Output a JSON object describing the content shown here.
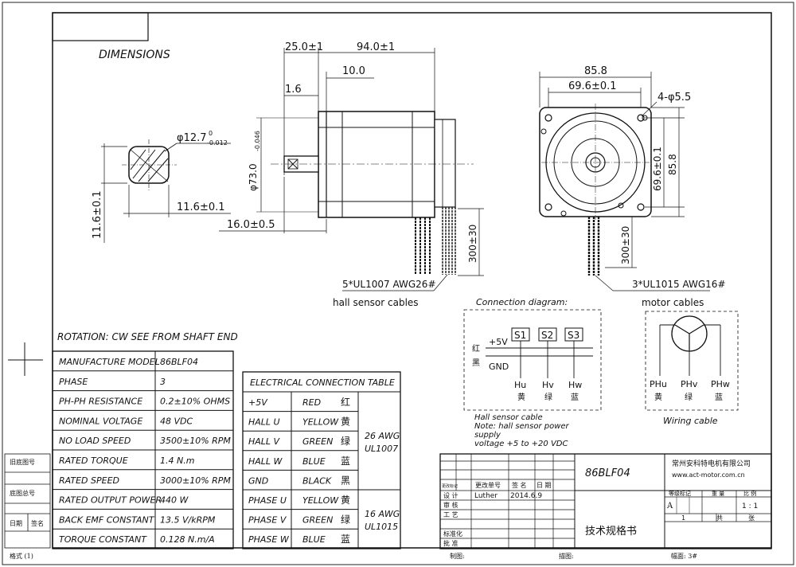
{
  "header": {
    "title": "DIMENSIONS"
  },
  "shaft_section": {
    "dia": "φ12.7",
    "dia_tol_up": "0",
    "dia_tol_dn": "-0.012",
    "width": "11.6±0.1",
    "height": "11.6±0.1"
  },
  "side_view": {
    "d_25": "25.0±1",
    "d_94": "94.0±1",
    "d_10": "10.0",
    "d_1_6": "1.6",
    "d_16": "16.0±0.5",
    "d_dia73": "φ73.0",
    "d_dia73_tol": "-0.046",
    "cable_len": "300±30",
    "hall_spec": "5*UL1007 AWG26#",
    "hall_label": "hall sensor cables"
  },
  "front_view": {
    "d_85_8_top": "85.8",
    "d_69_6_top": "69.6±0.1",
    "hole": "4-φ5.5",
    "d_69_6_side": "69.6±0.1",
    "d_85_8_side": "85.8",
    "cable_len": "300±30",
    "motor_spec": "3*UL1015 AWG16#",
    "motor_label": "motor cables"
  },
  "connection": {
    "title": "Connection diagram:",
    "s1": "S1",
    "s2": "S2",
    "s3": "S3",
    "v5": "+5V",
    "gnd": "GND",
    "red_cn": "红",
    "black_cn": "黑",
    "hu": "Hu",
    "hv": "Hv",
    "hw": "Hw",
    "hu_cn": "黄",
    "hv_cn": "绿",
    "hw_cn": "蓝",
    "note1": "Hall sensor cable",
    "note2": "Note: hall sensor power",
    "note3": "supply",
    "note4": "voltage +5 to +20 VDC"
  },
  "wiring": {
    "phu": "PHu",
    "phv": "PHv",
    "phw": "PHw",
    "phu_cn": "黄",
    "phv_cn": "绿",
    "phw_cn": "蓝",
    "caption": "Wiring cable"
  },
  "rotation": "ROTATION: CW SEE FROM SHAFT END",
  "spec_table": [
    [
      "MANUFACTURE MODEL",
      "86BLF04"
    ],
    [
      "PHASE",
      "3"
    ],
    [
      "PH-PH RESISTANCE",
      "0.2±10% OHMS"
    ],
    [
      "NOMINAL VOLTAGE",
      "48 VDC"
    ],
    [
      "NO LOAD SPEED",
      "3500±10% RPM"
    ],
    [
      "RATED TORQUE",
      "1.4 N.m"
    ],
    [
      "RATED SPEED",
      "3000±10% RPM"
    ],
    [
      "RATED OUTPUT POWER",
      "440 W"
    ],
    [
      "BACK EMF CONSTANT",
      "13.5 V/kRPM"
    ],
    [
      "TORQUE CONSTANT",
      "0.128 N.m/A"
    ]
  ],
  "elec_table": {
    "title": "ELECTRICAL CONNECTION TABLE",
    "rows": [
      [
        "+5V",
        "RED",
        "红"
      ],
      [
        "HALL U",
        "YELLOW",
        "黄"
      ],
      [
        "HALL V",
        "GREEN",
        "绿"
      ],
      [
        "HALL W",
        "BLUE",
        "蓝"
      ],
      [
        "GND",
        "BLACK",
        "黑"
      ],
      [
        "PHASE U",
        "YELLOW",
        "黄"
      ],
      [
        "PHASE V",
        "GREEN",
        "绿"
      ],
      [
        "PHASE W",
        "BLUE",
        "蓝"
      ]
    ],
    "group1_a": "26 AWG",
    "group1_b": "UL1007",
    "group2_a": "16 AWG",
    "group2_b": "UL1015"
  },
  "left_margin": {
    "old_no": "旧底图号",
    "base_no": "底图总号",
    "date": "日期",
    "sign": "签名",
    "format": "格式 (1)"
  },
  "title_block": {
    "model": "86BLF04",
    "company": "常州安科特电机有限公司",
    "website": "www.act-motor.com.cn",
    "doc_title": "技术规格书",
    "mark": "更改标记",
    "change_no": "更改单号",
    "sign": "签 名",
    "date": "日 期",
    "design": "设 计",
    "designer": "Luther",
    "design_date": "2014.6.9",
    "check": "审 核",
    "process": "工 艺",
    "standard": "标准化",
    "approve": "批 准",
    "grade_mark": "等级标记",
    "weight": "重 量",
    "scale": "比 例",
    "grade": "A",
    "ratio": "1 : 1",
    "sheet_no": "1",
    "total": "共",
    "sheets": "张"
  },
  "footer": {
    "drawn": "制图:",
    "traced": "描图:",
    "size": "幅面: 3#"
  }
}
